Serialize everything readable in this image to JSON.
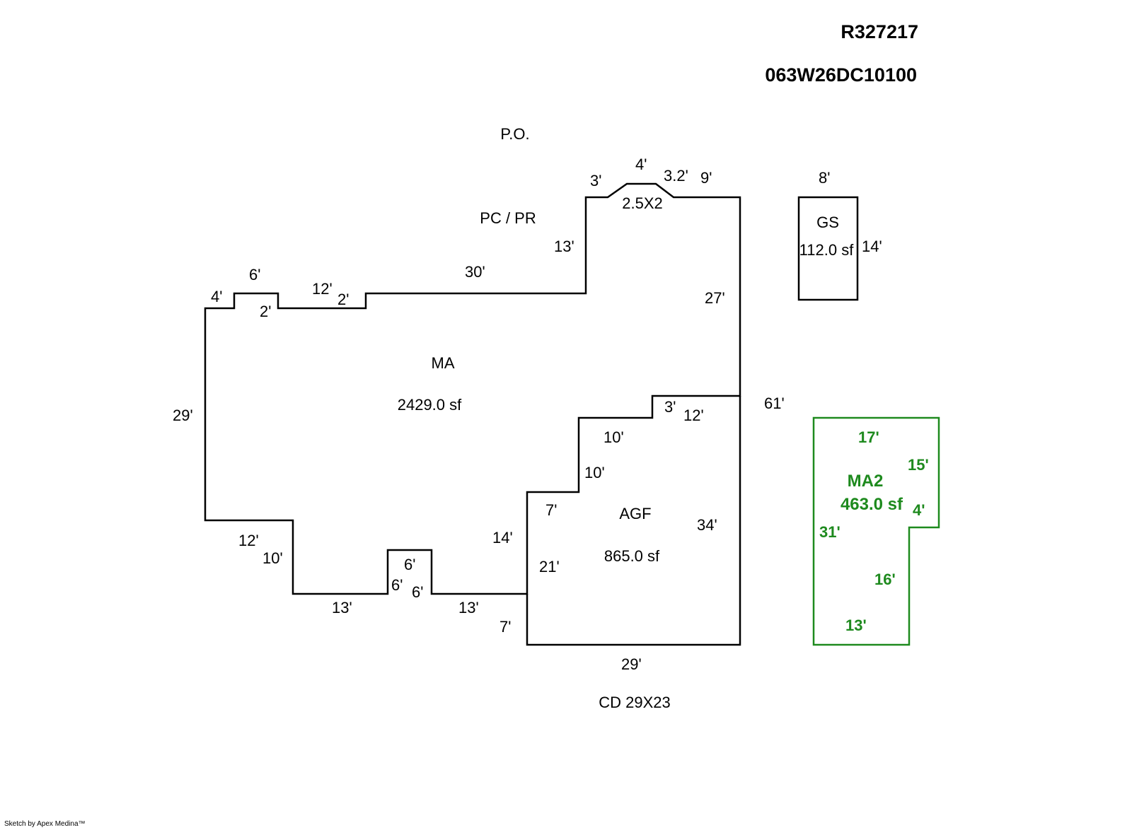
{
  "header": {
    "account_id": "R327217",
    "map_tax_lot": "063W26DC10100"
  },
  "labels": {
    "po": "P.O.",
    "pc_pr": "PC / PR",
    "bay": "2.5X2",
    "cd": "CD  29X23"
  },
  "areas": {
    "ma": {
      "code": "MA",
      "area": "2429.0 sf"
    },
    "agf": {
      "code": "AGF",
      "area": "865.0 sf"
    },
    "gs": {
      "code": "GS",
      "area": "112.0 sf"
    },
    "ma2": {
      "code": "MA2",
      "area": "463.0 sf"
    }
  },
  "dimensions": {
    "ma": [
      "4'",
      "6'",
      "2'",
      "12'",
      "2'",
      "30'",
      "13'",
      "3'",
      "4'",
      "3.2'",
      "9'",
      "27'",
      "61'",
      "29'",
      "12'",
      "10'",
      "13'",
      "6'",
      "6'",
      "6'",
      "13'",
      "14'",
      "7'"
    ],
    "agf": [
      "3'",
      "12'",
      "10'",
      "10'",
      "7'",
      "34'",
      "21'",
      "29'"
    ],
    "gs": [
      "8'",
      "14'"
    ],
    "ma2": [
      "17'",
      "15'",
      "4'",
      "31'",
      "16'",
      "13'"
    ]
  },
  "colors": {
    "line": "#000000",
    "ma2": "#1e8a1e"
  },
  "footer": {
    "credit": "Sketch by Apex Medina™"
  }
}
